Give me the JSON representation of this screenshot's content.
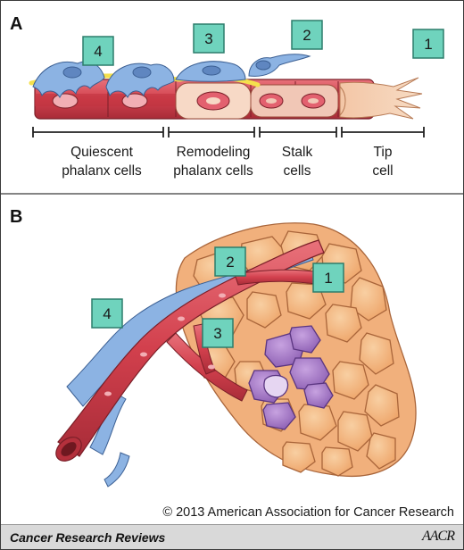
{
  "panel_a": {
    "letter": "A",
    "badges": [
      "4",
      "3",
      "2",
      "1"
    ],
    "stages": [
      {
        "line1": "Quiescent",
        "line2": "phalanx cells"
      },
      {
        "line1": "Remodeling",
        "line2": "phalanx cells"
      },
      {
        "line1": "Stalk",
        "line2": "cells"
      },
      {
        "line1": "Tip",
        "line2": "cell"
      }
    ]
  },
  "panel_b": {
    "letter": "B",
    "badges": [
      "2",
      "1",
      "4",
      "3"
    ]
  },
  "copyright": "© 2013 American Association for Cancer Research",
  "footer": {
    "journal": "Cancer Research Reviews",
    "logo_text": "AACR"
  },
  "colors": {
    "badge_fill": "#6fd3bd",
    "vessel_red": "#d94a55",
    "pericyte_blue": "#7ea9dd",
    "tumor_cell_orange": "#f4b886",
    "tumor_cell_purple": "#a77ac6",
    "basement_yellow": "#f4e04d"
  }
}
